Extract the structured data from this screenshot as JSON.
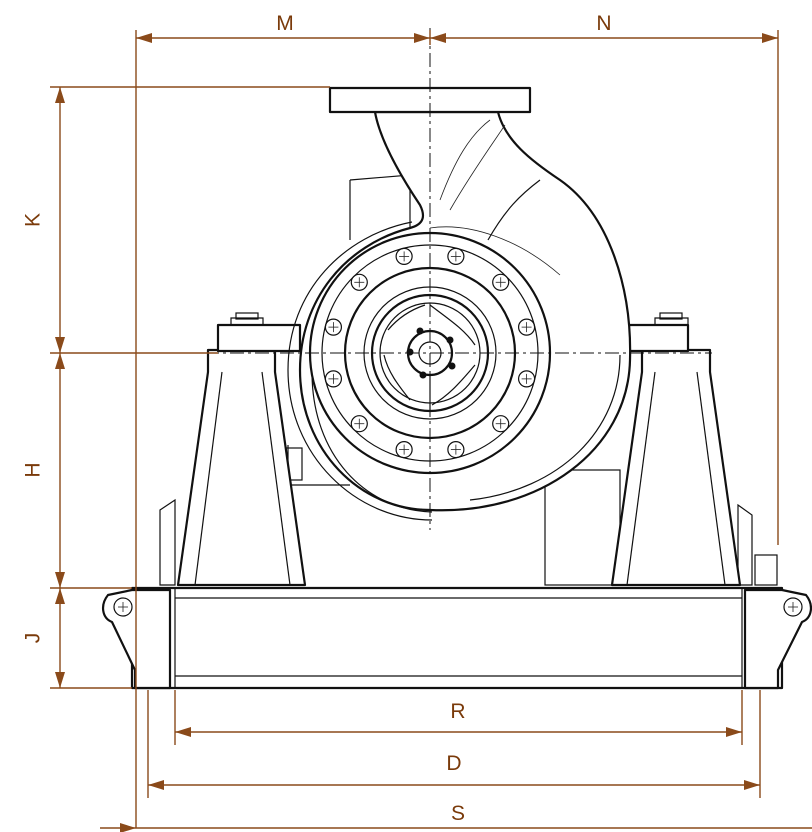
{
  "diagram": {
    "dimension_labels": {
      "M": "M",
      "N": "N",
      "K": "K",
      "H": "H",
      "J": "J",
      "R": "R",
      "D": "D",
      "S": "S"
    },
    "colors": {
      "dimension": "#8a4a1a",
      "dimension_text": "#7a3a0a",
      "linework": "#111111",
      "background": "#ffffff"
    }
  }
}
